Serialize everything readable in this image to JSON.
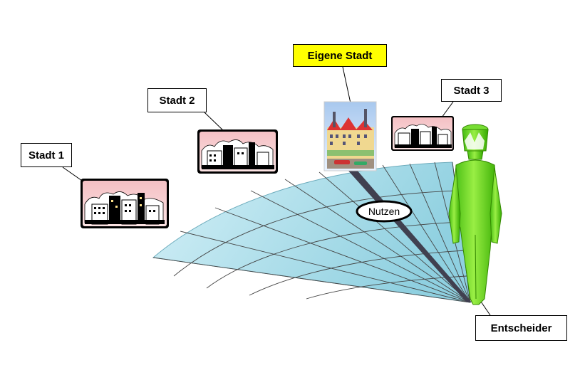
{
  "labels": {
    "city1": "Stadt 1",
    "city2": "Stadt 2",
    "own_city": "Eigene Stadt",
    "city3": "Stadt 3",
    "decision_maker": "Entscheider",
    "benefit": "Nutzen"
  },
  "colors": {
    "own_city_highlight": "#ffff00",
    "fan_fill": "#a8dce8",
    "figure_green": "#66dd22",
    "city_sky": "#f4c8c8"
  },
  "icons": {
    "city1": "city-skyline-icon",
    "city2": "city-skyline-icon",
    "own_city": "city-street-illustration-icon",
    "city3": "city-skyline-icon",
    "decision_maker": "person-figure-icon"
  }
}
